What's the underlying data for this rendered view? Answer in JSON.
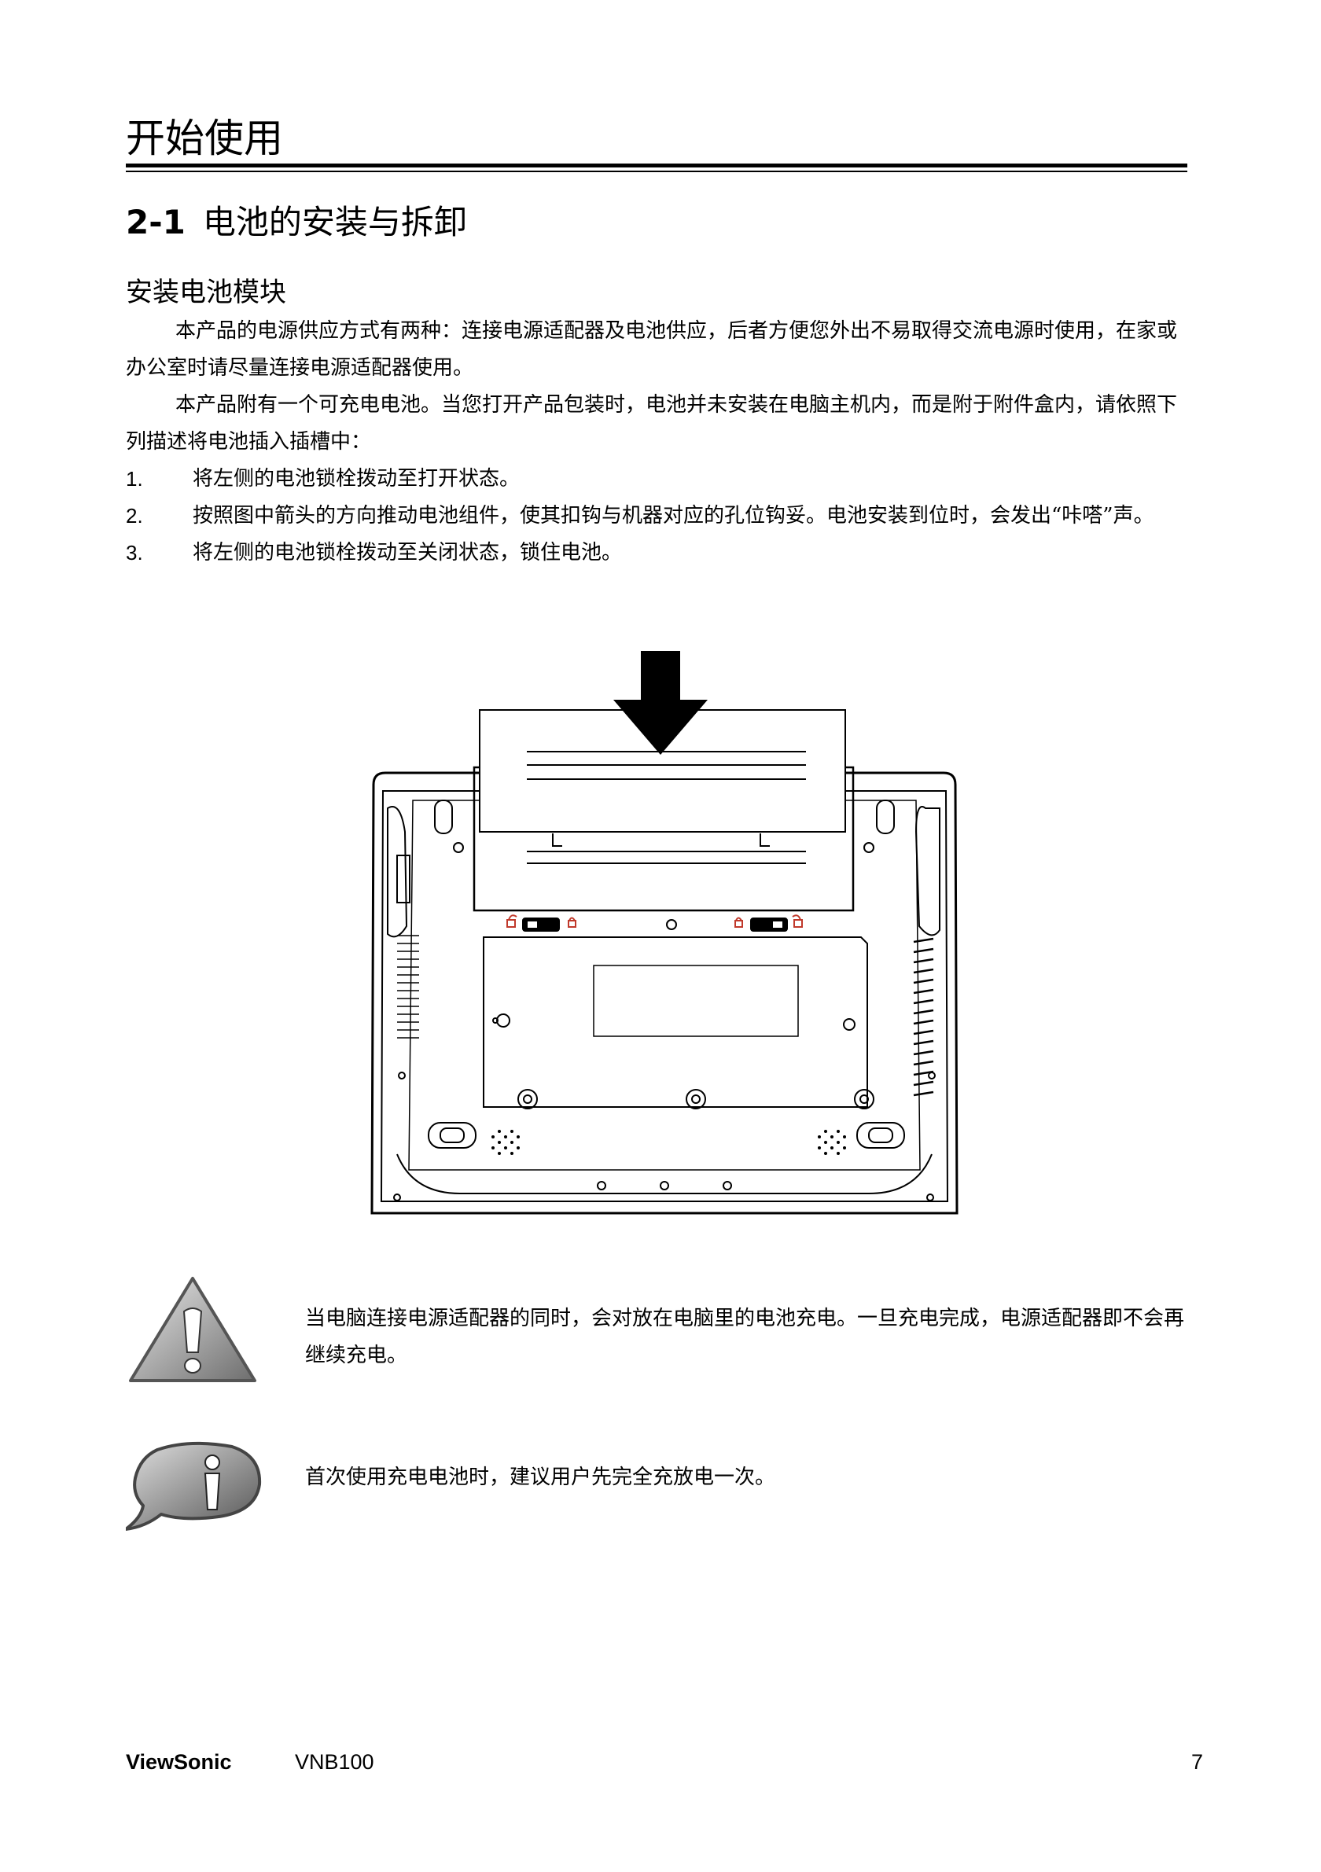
{
  "header": {
    "chapter_title": "开始使用"
  },
  "section": {
    "number": "2-1",
    "title": "电池的安装与拆卸"
  },
  "subsection": {
    "title": "安装电池模块"
  },
  "paragraphs": [
    "本产品的电源供应方式有两种：连接电源适配器及电池供应，后者方便您外出不易取得交流电源时使用，在家或办公室时请尽量连接电源适配器使用。",
    "本产品附有一个可充电电池。当您打开产品包装时，电池并未安装在电脑主机内，而是附于附件盒内，请依照下列描述将电池插入插槽中："
  ],
  "steps": [
    {
      "num": "1.",
      "text": "将左侧的电池锁栓拨动至打开状态。"
    },
    {
      "num": "2.",
      "text": "按照图中箭头的方向推动电池组件，使其扣钩与机器对应的孔位钩妥。电池安装到位时，会发出“咔嗒”声。"
    },
    {
      "num": "3.",
      "text": "将左侧的电池锁栓拨动至关闭状态，锁住电池。"
    }
  ],
  "notes": [
    {
      "icon": "warning-triangle-icon",
      "text": "当电脑连接电源适配器的同时，会对放在电脑里的电池充电。一旦充电完成，电源适配器即不会再继续充电。"
    },
    {
      "icon": "info-speech-bubble-icon",
      "text": "首次使用充电电池时，建议用户先完全充放电一次。"
    }
  ],
  "footer": {
    "brand": "ViewSonic",
    "model": "VNB100",
    "page": "7"
  },
  "colors": {
    "text": "#000000",
    "lock_icon_red": "#c0392b",
    "icon_gray": "#8a8a8a"
  }
}
